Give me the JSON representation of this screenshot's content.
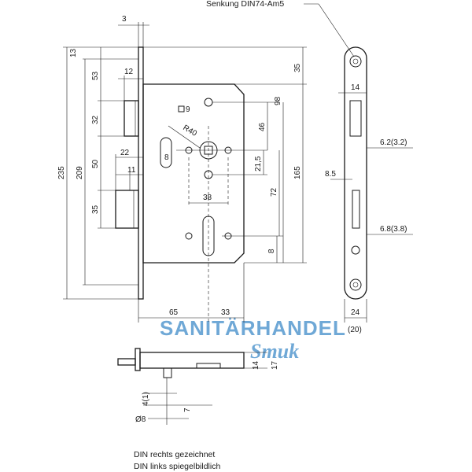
{
  "labels": {
    "countersink_note": "Senkung DIN74-Am5",
    "dim_3": "3",
    "dim_13": "13",
    "dim_12": "12",
    "dim_53": "53",
    "dim_32": "32",
    "dim_22": "22",
    "dim_11": "11",
    "dim_50": "50",
    "dim_35_left": "35",
    "dim_209": "209",
    "dim_235": "235",
    "dim_35_right": "35",
    "dim_98": "98",
    "dim_46": "46",
    "dim_21_5": "21,5",
    "dim_72": "72",
    "dim_165": "165",
    "dim_8_bottom": "8",
    "dim_8_left": "8",
    "dim_38": "38",
    "dim_9": "9",
    "dim_r40": "R40",
    "dim_65": "65",
    "dim_33": "33",
    "dim_14_top": "14",
    "dim_6_2": "6.2(3.2)",
    "dim_8_5": "8.5",
    "dim_6_8": "6.8(3.8)",
    "dim_24": "24",
    "dim_20": "(20)",
    "dim_14_side": "14",
    "dim_17": "17",
    "dim_4_1": "4(1)",
    "dim_7": "7",
    "dim_d8": "Ø8"
  },
  "footer": {
    "line1": "DIN rechts gezeichnet",
    "line2": "DIN links spiegelbildlich"
  },
  "watermark": {
    "line1": "SANITÄRHANDEL",
    "line2": "Smuk",
    "color": "#6fa8d6"
  }
}
